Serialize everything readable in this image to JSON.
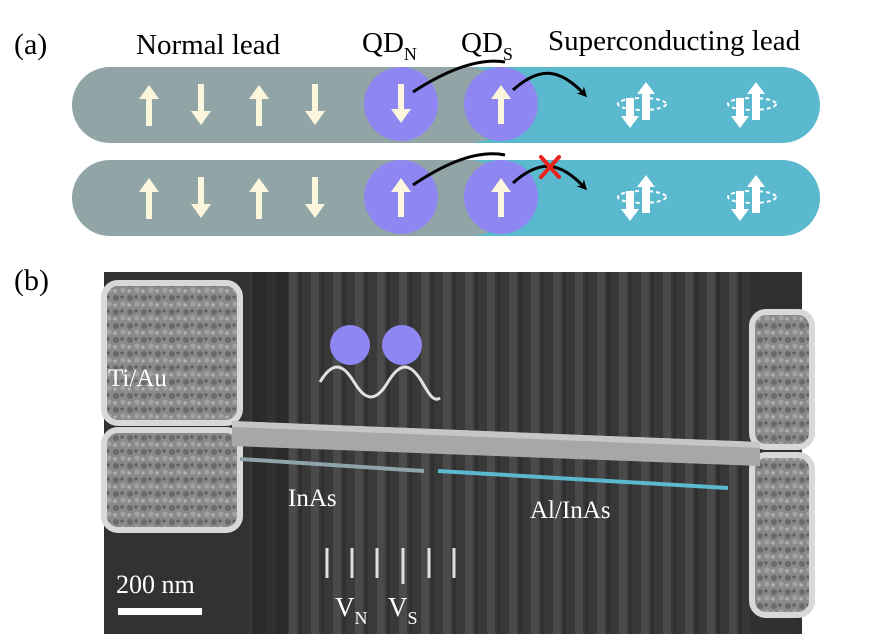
{
  "panel_a": {
    "tag": "(a)",
    "normal_lead_label": "Normal lead",
    "superconducting_lead_label": "Superconducting lead",
    "qd_n": {
      "base": "QD",
      "sub": "N"
    },
    "qd_s": {
      "base": "QD",
      "sub": "S"
    },
    "rows": [
      {
        "dot_n_spin": "down",
        "dot_s_spin": "up",
        "transfer": "allowed"
      },
      {
        "dot_n_spin": "up",
        "dot_s_spin": "up",
        "transfer": "blocked"
      }
    ],
    "normal_lead_spins": [
      "up",
      "down",
      "up",
      "down"
    ],
    "colors": {
      "normal_lead": "#92a5a6",
      "superconducting_lead": "#5bb9cf",
      "quantum_dot": "#8e87f2",
      "spin_arrow": "#fcf7dc",
      "blocked_mark": "#e8221c",
      "transfer_arrow": "#000000"
    }
  },
  "panel_b": {
    "tag": "(b)",
    "contact_label": "Ti/Au",
    "inas_label": "InAs",
    "al_inas_label": "Al/InAs",
    "scale_bar_label": "200 nm",
    "gate_n": {
      "base": "V",
      "sub": "N"
    },
    "gate_s": {
      "base": "V",
      "sub": "S"
    },
    "colors": {
      "inas_line": "#8fa3aa",
      "al_inas_line": "#5bb9cf",
      "dots": "#8e87f2",
      "overlay_text": "#ffffff"
    }
  }
}
